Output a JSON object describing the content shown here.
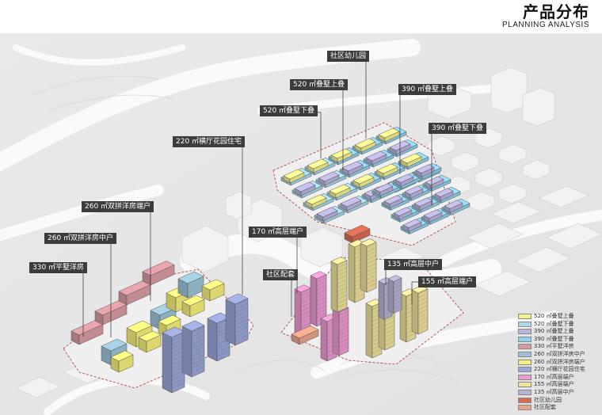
{
  "header": {
    "title": "产品分布",
    "subtitle": "PLANNING ANALYSIS"
  },
  "labels": [
    {
      "key": "kindergarten",
      "text": "社区幼儿园"
    },
    {
      "key": "stack520_upper",
      "text": "520 ㎡叠墅上叠"
    },
    {
      "key": "stack390_upper",
      "text": "390 ㎡叠墅上叠"
    },
    {
      "key": "stack520_lower",
      "text": "520 ㎡叠墅下叠"
    },
    {
      "key": "stack390_lower",
      "text": "390 ㎡叠墅下叠"
    },
    {
      "key": "garden220",
      "text": "220 ㎡横厅花园住宅"
    },
    {
      "key": "twin260_end",
      "text": "260 ㎡双拼洋房端户"
    },
    {
      "key": "highrise170_end",
      "text": "170 ㎡高层端户"
    },
    {
      "key": "twin260_mid",
      "text": "260 ㎡双拼洋房中户"
    },
    {
      "key": "flat330",
      "text": "330 ㎡平墅洋房"
    },
    {
      "key": "community",
      "text": "社区配套"
    },
    {
      "key": "highrise135_mid",
      "text": "135 ㎡高层中户"
    },
    {
      "key": "highrise155_end",
      "text": "155 ㎡高层端户"
    }
  ],
  "legend": [
    {
      "text": "520 ㎡叠墅上叠",
      "color": "#f3f08e"
    },
    {
      "text": "520 ㎡叠墅下叠",
      "color": "#a8d8ea"
    },
    {
      "text": "390 ㎡叠墅上叠",
      "color": "#b9b4dc"
    },
    {
      "text": "390 ㎡叠墅下叠",
      "color": "#8fd0ee"
    },
    {
      "text": "330 ㎡平墅洋房",
      "color": "#d99aa2"
    },
    {
      "text": "260 ㎡双拼洋房中户",
      "color": "#9dc3d6"
    },
    {
      "text": "260 ㎡双拼洋房端户",
      "color": "#f6f07a"
    },
    {
      "text": "220 ㎡横厅花园住宅",
      "color": "#9aa7d8"
    },
    {
      "text": "170 ㎡高层端户",
      "color": "#ee9ad2"
    },
    {
      "text": "155 ㎡高层端户",
      "color": "#efe39a"
    },
    {
      "text": "135 ㎡高层中户",
      "color": "#b7b2d2"
    },
    {
      "text": "社区幼儿园",
      "color": "#d96a52"
    },
    {
      "text": "社区配套",
      "color": "#e8a48a"
    }
  ]
}
